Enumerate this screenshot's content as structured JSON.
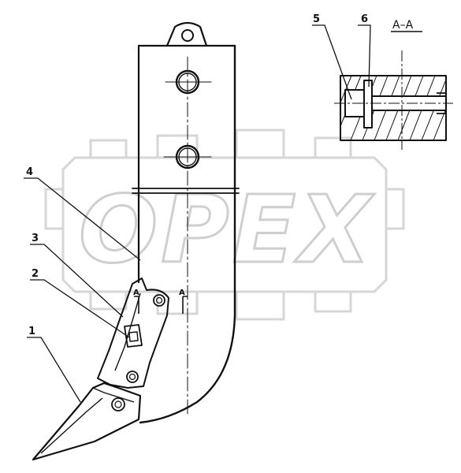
{
  "callouts": {
    "part_1": "1",
    "part_2": "2",
    "part_3": "3",
    "part_4": "4",
    "part_5": "5",
    "part_6": "6"
  },
  "section_view": {
    "title": "A–A",
    "cut_mark_left": "A",
    "cut_mark_right": "A"
  },
  "watermark": {
    "text": "OPEX"
  },
  "colors": {
    "line": "#111111",
    "watermark": "#cfcfcf",
    "background": "#ffffff"
  }
}
